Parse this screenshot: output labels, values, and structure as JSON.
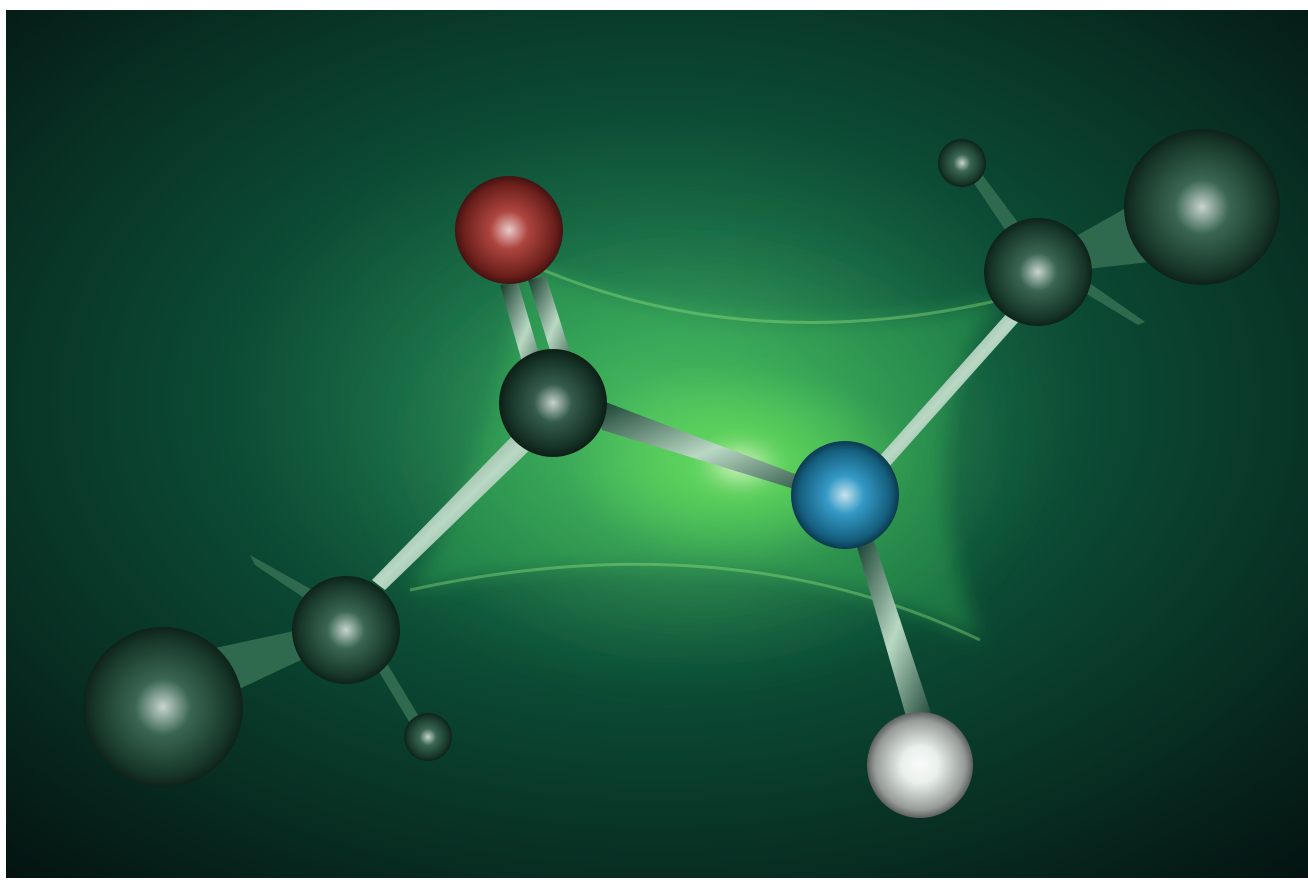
{
  "image": {
    "subject": "molecule-illustration",
    "colors": {
      "background_light": "#2f9a5e",
      "background_mid": "#0b4a34",
      "background_dark": "#041210",
      "frame": "#ffffff",
      "glow_core": "#fbffe2",
      "glow_green": "#5fd85a",
      "atom_oxygen": "#a5302a",
      "atom_nitrogen": "#1f8fc0",
      "atom_hydrogen": "#e7eeea",
      "atom_carbon": "#1e4a38",
      "atom_substituent": "#24553f",
      "bond": "#b9d9c4"
    },
    "atoms": [
      {
        "id": "oxygen",
        "element": "O"
      },
      {
        "id": "carbonyl-carbon",
        "element": "C"
      },
      {
        "id": "nitrogen",
        "element": "N"
      },
      {
        "id": "amide-hydrogen",
        "element": "H"
      },
      {
        "id": "left-carbon",
        "element": "C"
      },
      {
        "id": "right-carbon",
        "element": "C"
      }
    ]
  }
}
